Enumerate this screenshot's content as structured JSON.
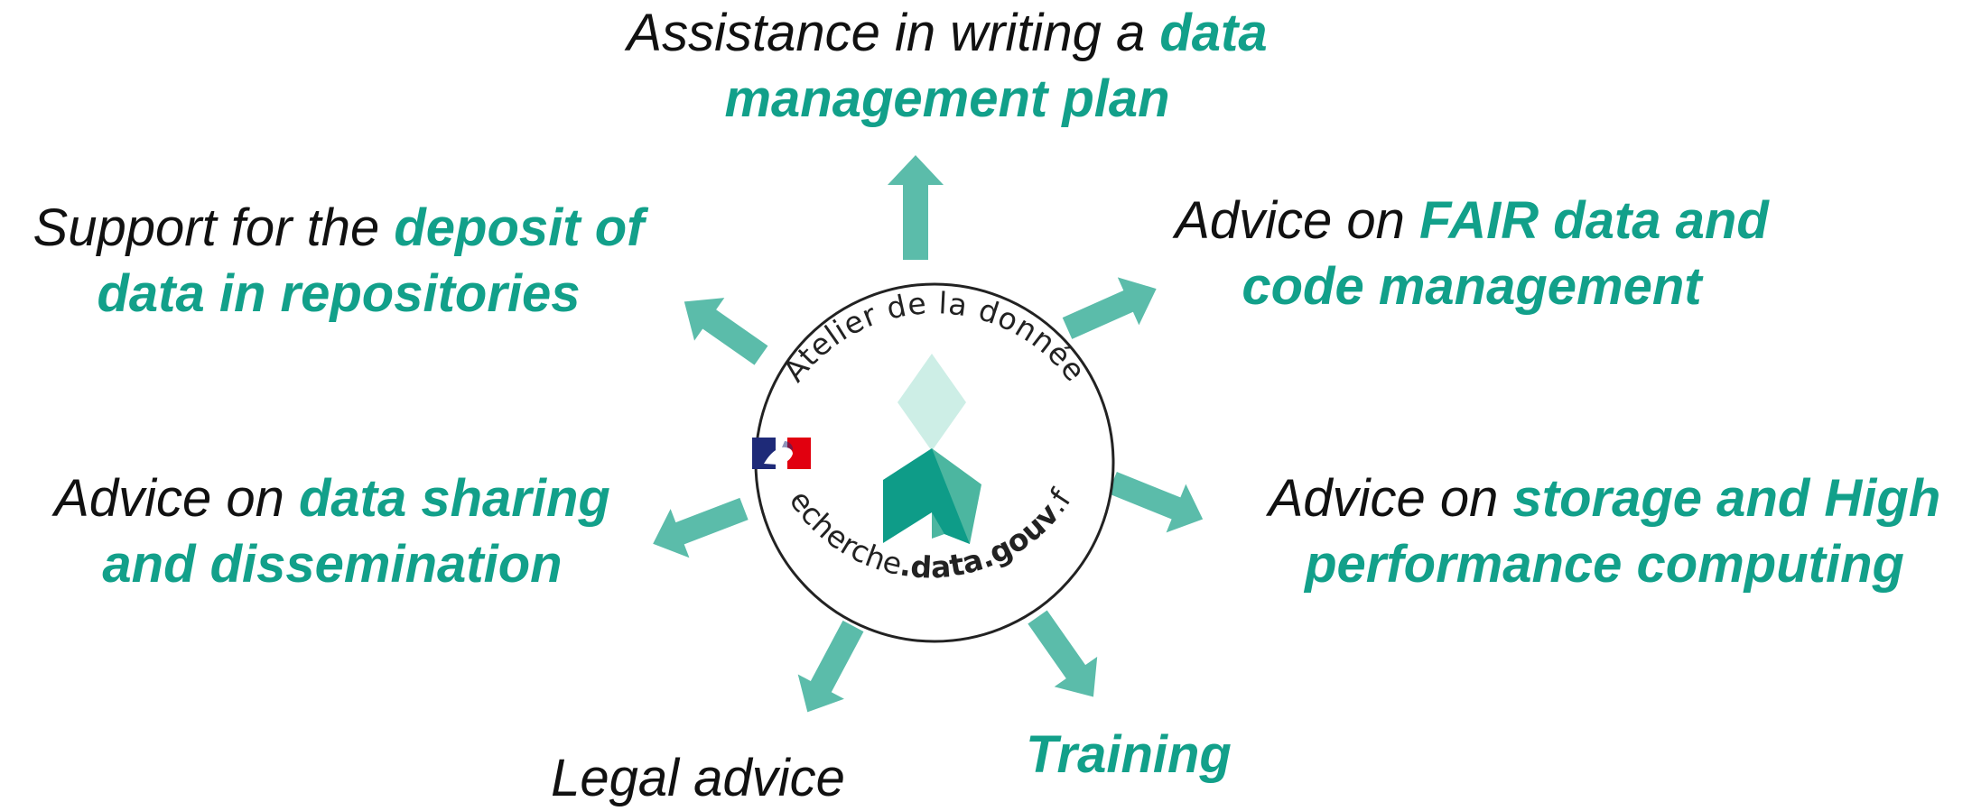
{
  "colors": {
    "accent": "#12a08a",
    "arrow": "#5bbcaa",
    "text": "#111111",
    "logo_light": "#cdeee6",
    "logo_mid": "#4cb6a0",
    "logo_dark": "#0e9c88"
  },
  "center_logo": {
    "top_text": "Atelier de la donnée",
    "bottom_text_regular": "recherche",
    "bottom_text_bold": ".data.gouv",
    "bottom_text_suffix": ".fr"
  },
  "services": [
    {
      "id": "dmp",
      "lines": [
        {
          "plain": "Assistance in writing a ",
          "highlight": "data"
        },
        {
          "plain": "",
          "highlight": "management plan"
        }
      ]
    },
    {
      "id": "deposit",
      "lines": [
        {
          "plain": "Support for the ",
          "highlight": "deposit of"
        },
        {
          "plain": "",
          "highlight": "data in repositories"
        }
      ]
    },
    {
      "id": "fair",
      "lines": [
        {
          "plain": "Advice on ",
          "highlight": "FAIR data and"
        },
        {
          "plain": "",
          "highlight": "code management"
        }
      ]
    },
    {
      "id": "sharing",
      "lines": [
        {
          "plain": "Advice on ",
          "highlight": "data sharing"
        },
        {
          "plain": "",
          "highlight": "and dissemination"
        }
      ]
    },
    {
      "id": "storage",
      "lines": [
        {
          "plain": "Advice on ",
          "highlight": "storage and High"
        },
        {
          "plain": "",
          "highlight": "performance computing"
        }
      ]
    },
    {
      "id": "legal",
      "lines": [
        {
          "plain": "Legal advice",
          "highlight": ""
        }
      ]
    },
    {
      "id": "training",
      "lines": [
        {
          "plain": "",
          "highlight": "Training"
        }
      ]
    }
  ]
}
